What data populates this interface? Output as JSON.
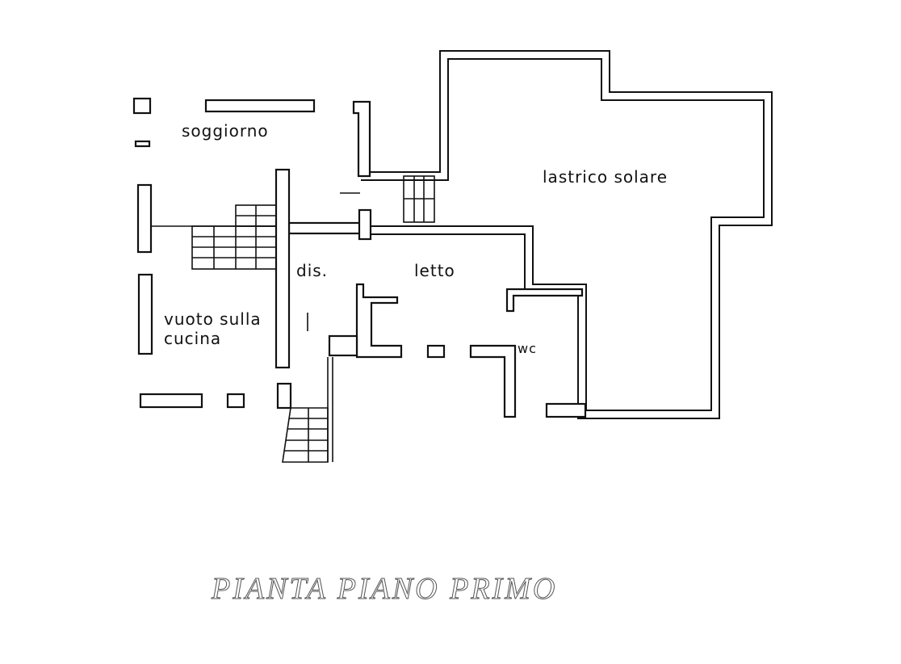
{
  "plan": {
    "title": "PIANTA PIANO PRIMO",
    "rooms": {
      "soggiorno": "soggiorno",
      "lastrico": "lastrico solare",
      "dis": "dis.",
      "letto": "letto",
      "vuoto_line1": "vuoto sulla",
      "vuoto_line2": "cucina",
      "wc": "wc"
    },
    "colors": {
      "ink": "#111111",
      "title": "#555555"
    }
  }
}
